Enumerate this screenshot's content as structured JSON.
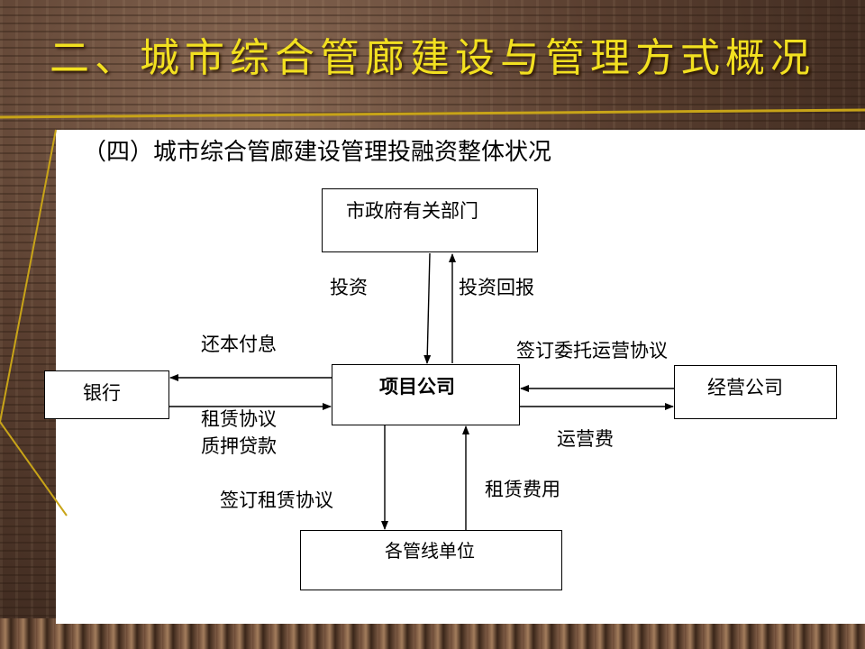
{
  "slide": {
    "title": "二、城市综合管廊建设与管理方式概况",
    "subtitle": "（四）城市综合管廊建设管理投融资整体状况"
  },
  "diagram": {
    "nodes": {
      "government": "市政府有关部门",
      "bank": "银行",
      "project_company": "项目公司",
      "operating_company": "经营公司",
      "pipeline_units": "各管线单位"
    },
    "edge_labels": {
      "investment": "投资",
      "investment_return": "投资回报",
      "repay_principal_interest": "还本付息",
      "lease_agreement": "租赁协议",
      "pledge_loan": "质押贷款",
      "sign_entrusted_operation": "签订委托运营协议",
      "operation_fee": "运营费",
      "sign_lease_agreement": "签订租赁协议",
      "lease_fee": "租赁费用"
    }
  },
  "colors": {
    "title": "#f2e020",
    "accent_line": "#c8a418",
    "panel": "#ffffff"
  }
}
